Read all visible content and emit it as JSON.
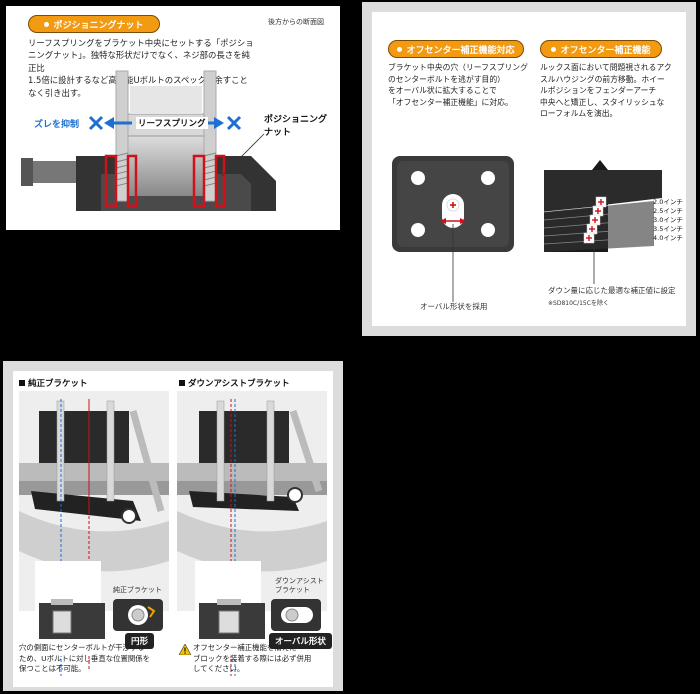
{
  "panel1": {
    "badge": "ポジショニングナット",
    "corner_label": "後方からの断面図",
    "body": [
      "リーフスプリングをブラケット中央にセットする「ポジショ",
      "ニングナット」。独特な形状だけでなく、ネジ部の長さを純正比",
      "1.5倍に設計するなど高機能Uボルトのスペックを余すこと",
      "なく引き出す。"
    ],
    "shift_label": "ズレを抑制",
    "spring_label": "リーフスプリング",
    "nut_label": [
      "ポジショニング",
      "ナット"
    ]
  },
  "panel2": {
    "badge_left": "オフセンター補正機能対応",
    "badge_right": "オフセンター補正機能",
    "body_left": [
      "ブラケット中央の穴（リーフスプリング",
      "のセンターボルトを逃がす目的）",
      "をオーバル状に拡大することで",
      "「オフセンター補正機能」に対応。"
    ],
    "body_right": [
      "ルックス面において問題視されるアク",
      "スルハウジングの前方移動。ホイー",
      "ルポジションをフェンダーアーチ",
      "中央へと矯正し、スタイリッシュな",
      "ローフォルムを演出。"
    ],
    "oval_caption": "オーバル形状を採用",
    "step_labels": [
      "2.0インチ",
      "2.5インチ",
      "3.0インチ",
      "3.5インチ",
      "4.0インチ"
    ],
    "step_caption": "ダウン量に応じた最適な補正値に設定",
    "step_note": "※SD810C/15Cを除く"
  },
  "panel3": {
    "left_title": "純正ブラケット",
    "right_title": "ダウンアシストブラケット",
    "left_inset_label": "純正ブラケット",
    "left_shape_label": "円形",
    "right_inset_label": [
      "ダウンアシスト",
      "ブラケット"
    ],
    "right_shape_label": "オーバル形状",
    "left_note": [
      "穴の側面にセンターボルトが干渉する",
      "ため、Uボルトに対し垂直な位置関係を",
      "保つことは不可能。"
    ],
    "right_note": [
      "オフセンター補正機能を備えた",
      "ブロックを装着する際には必ず併用",
      "してください。"
    ]
  }
}
